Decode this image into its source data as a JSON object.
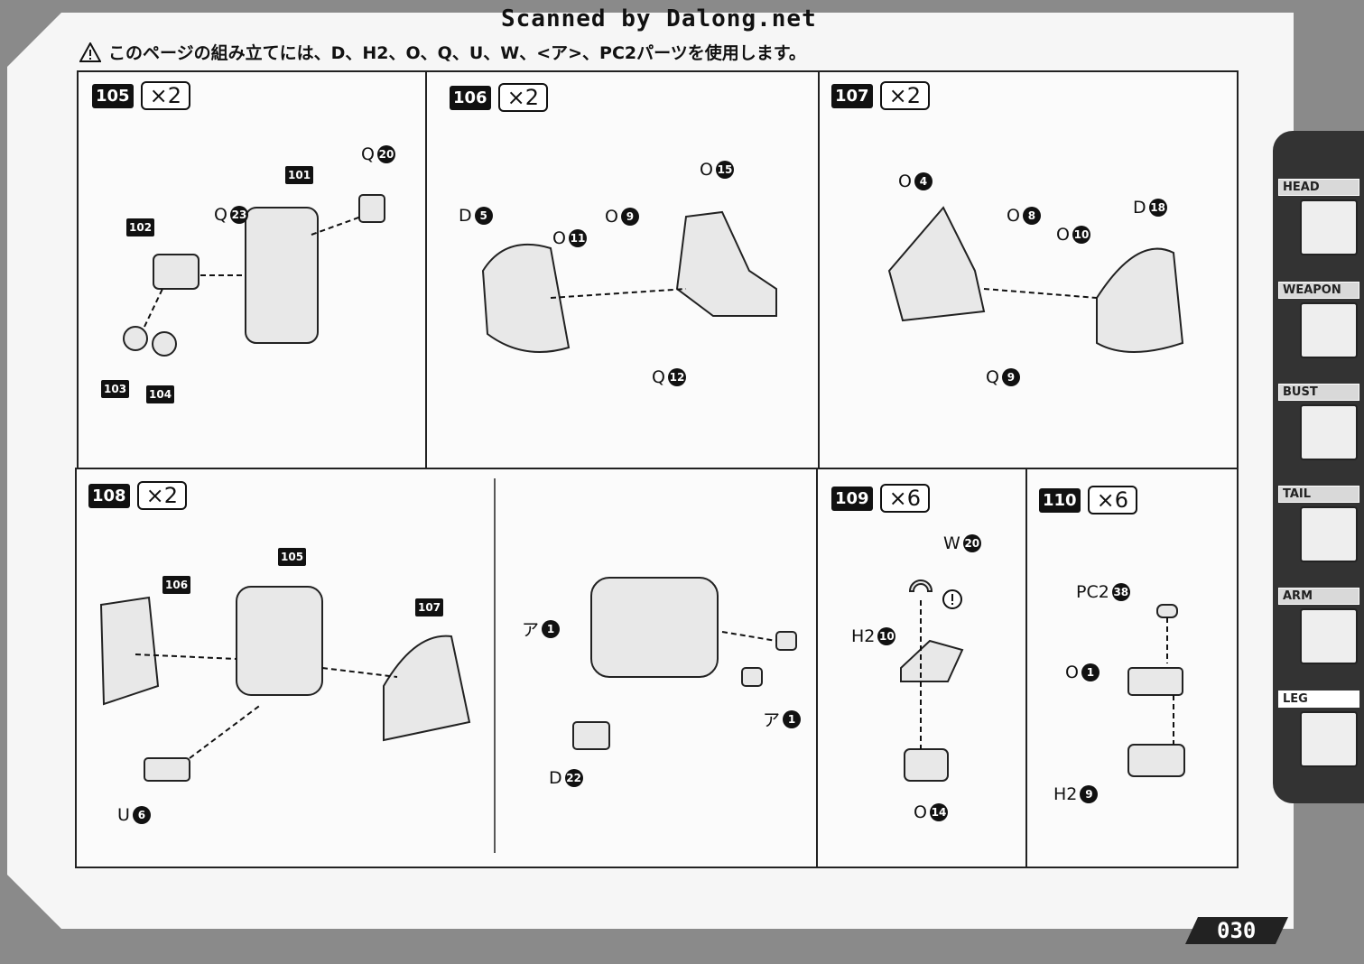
{
  "header": {
    "scan_credit": "Scanned by Dalong.net",
    "warning": "このページの組み立てには、D、H2、O、Q、U、W、<ア>、PC2パーツを使用します。"
  },
  "steps": [
    {
      "num": "105",
      "mult": "×2"
    },
    {
      "num": "106",
      "mult": "×2"
    },
    {
      "num": "107",
      "mult": "×2"
    },
    {
      "num": "108",
      "mult": "×2"
    },
    {
      "num": "109",
      "mult": "×6"
    },
    {
      "num": "110",
      "mult": "×6"
    }
  ],
  "labels": {
    "s105": {
      "q20": [
        "Q",
        "20"
      ],
      "q23": [
        "Q",
        "23"
      ],
      "t101": "101",
      "t102": "102",
      "t103": "103",
      "t104": "104"
    },
    "s106": {
      "d5": [
        "D",
        "5"
      ],
      "o15": [
        "O",
        "15"
      ],
      "o9": [
        "O",
        "9"
      ],
      "o11": [
        "O",
        "11"
      ],
      "q12": [
        "Q",
        "12"
      ]
    },
    "s107": {
      "o4": [
        "O",
        "4"
      ],
      "o8": [
        "O",
        "8"
      ],
      "o10": [
        "O",
        "10"
      ],
      "d18": [
        "D",
        "18"
      ],
      "q9": [
        "Q",
        "9"
      ]
    },
    "s108": {
      "t105": "105",
      "t106": "106",
      "t107": "107",
      "u6": [
        "U",
        "6"
      ],
      "a1a": [
        "ア",
        "1"
      ],
      "a1b": [
        "ア",
        "1"
      ],
      "d22": [
        "D",
        "22"
      ]
    },
    "s109": {
      "w20": [
        "W",
        "20"
      ],
      "h2_10": [
        "H2",
        "10"
      ],
      "o14": [
        "O",
        "14"
      ]
    },
    "s110": {
      "pc2_38": [
        "PC2",
        "38"
      ],
      "o1": [
        "O",
        "1"
      ],
      "h2_9": [
        "H2",
        "9"
      ]
    }
  },
  "sidebar": [
    {
      "label": "HEAD",
      "icon": "head-icon"
    },
    {
      "label": "WEAPON",
      "icon": "weapon-icon"
    },
    {
      "label": "BUST",
      "icon": "bust-icon"
    },
    {
      "label": "TAIL",
      "icon": "tail-icon"
    },
    {
      "label": "ARM",
      "icon": "arm-icon"
    },
    {
      "label": "LEG",
      "icon": "leg-icon"
    }
  ],
  "page_number": "030"
}
